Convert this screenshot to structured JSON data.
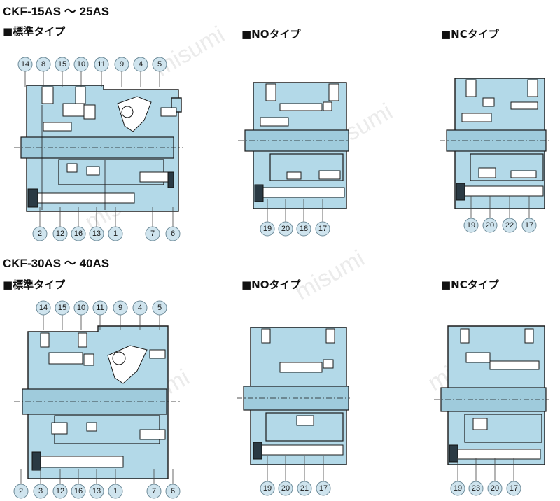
{
  "titles": {
    "top_series": "CKF-15AS ～ 25AS",
    "bottom_series": "CKF-30AS ～ 40AS"
  },
  "sections": {
    "top_standard": "■標準タイプ",
    "top_no": "■NOタイプ",
    "top_nc": "■NCタイプ",
    "bottom_standard": "■標準タイプ",
    "bottom_no": "■NOタイプ",
    "bottom_nc": "■NCタイプ"
  },
  "watermark": "misumi",
  "colors": {
    "body": "#b3d9e8",
    "bubble": "#cfe4ee",
    "bubble_border": "#6d8a98"
  },
  "callouts": {
    "top_standard_top": [
      "14",
      "8",
      "15",
      "10",
      "11",
      "9",
      "4",
      "5"
    ],
    "top_standard_bottom": [
      "2",
      "12",
      "16",
      "13",
      "1",
      "7",
      "6"
    ],
    "top_no_bottom": [
      "19",
      "20",
      "18",
      "17"
    ],
    "top_nc_bottom": [
      "19",
      "20",
      "22",
      "17"
    ],
    "bottom_standard_top": [
      "14",
      "15",
      "10",
      "11",
      "9",
      "4",
      "5"
    ],
    "bottom_standard_bottom": [
      "2",
      "3",
      "12",
      "16",
      "13",
      "1",
      "7",
      "6"
    ],
    "bottom_no_bottom": [
      "19",
      "20",
      "21",
      "17"
    ],
    "bottom_nc_bottom": [
      "19",
      "23",
      "20",
      "17"
    ]
  }
}
